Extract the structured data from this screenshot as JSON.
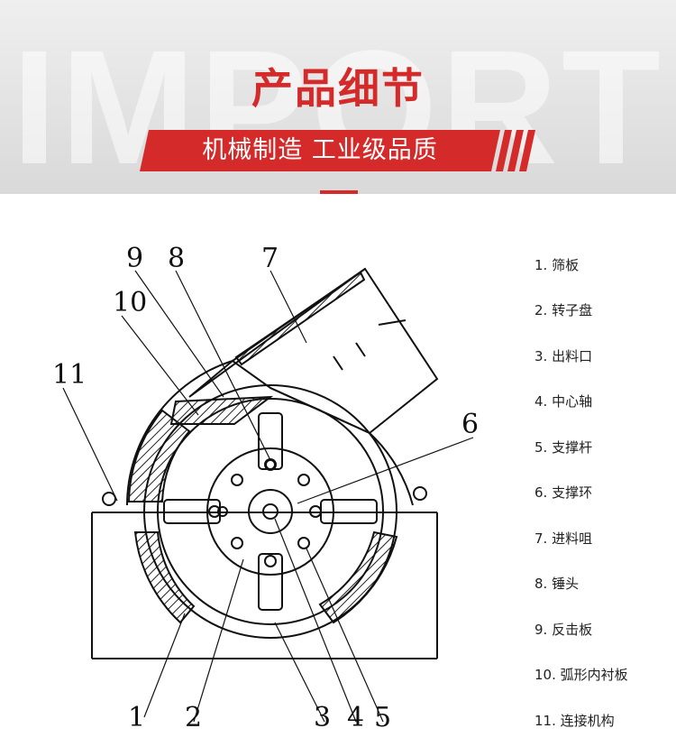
{
  "header": {
    "watermark": "IMPORT",
    "title": "产品细节",
    "subtitle": "机械制造 工业级品质",
    "accent_color": "#d42a2a"
  },
  "diagram": {
    "callouts": [
      "9",
      "8",
      "7",
      "10",
      "11",
      "6",
      "1",
      "2",
      "3",
      "4",
      "5"
    ]
  },
  "legend": [
    "1. 筛板",
    "2. 转子盘",
    "3. 出料口",
    "4. 中心轴",
    "5. 支撑杆",
    "6. 支撑环",
    "7. 进料咀",
    "8. 锤头",
    "9. 反击板",
    "10. 弧形内衬板",
    "11. 连接机构"
  ]
}
